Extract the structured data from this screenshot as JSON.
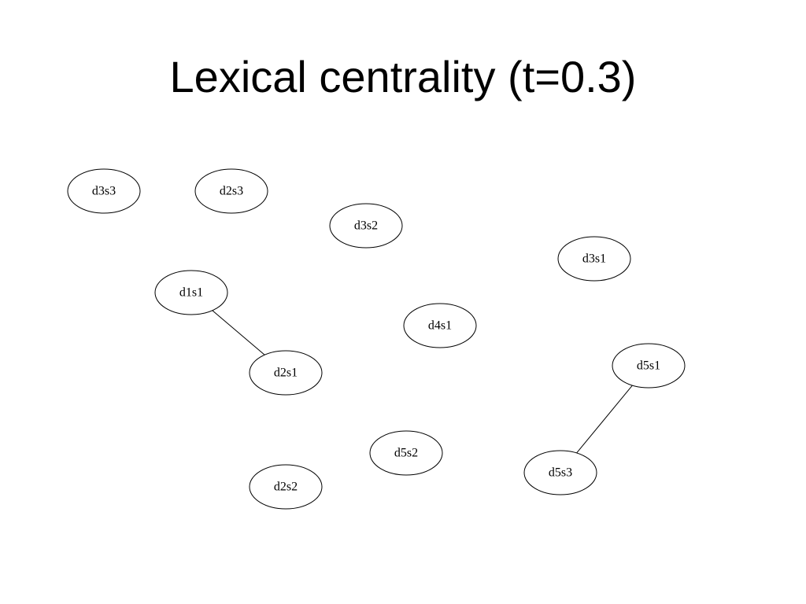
{
  "slide": {
    "title": "Lexical centrality (t=0.3)"
  },
  "graph": {
    "nodes": [
      {
        "id": "d3s3",
        "label": "d3s3"
      },
      {
        "id": "d2s3",
        "label": "d2s3"
      },
      {
        "id": "d3s2",
        "label": "d3s2"
      },
      {
        "id": "d3s1",
        "label": "d3s1"
      },
      {
        "id": "d1s1",
        "label": "d1s1"
      },
      {
        "id": "d4s1",
        "label": "d4s1"
      },
      {
        "id": "d2s1",
        "label": "d2s1"
      },
      {
        "id": "d5s1",
        "label": "d5s1"
      },
      {
        "id": "d5s2",
        "label": "d5s2"
      },
      {
        "id": "d5s3",
        "label": "d5s3"
      },
      {
        "id": "d2s2",
        "label": "d2s2"
      }
    ],
    "edges": [
      {
        "from": "d1s1",
        "to": "d2s1"
      },
      {
        "from": "d5s1",
        "to": "d5s3"
      }
    ]
  }
}
